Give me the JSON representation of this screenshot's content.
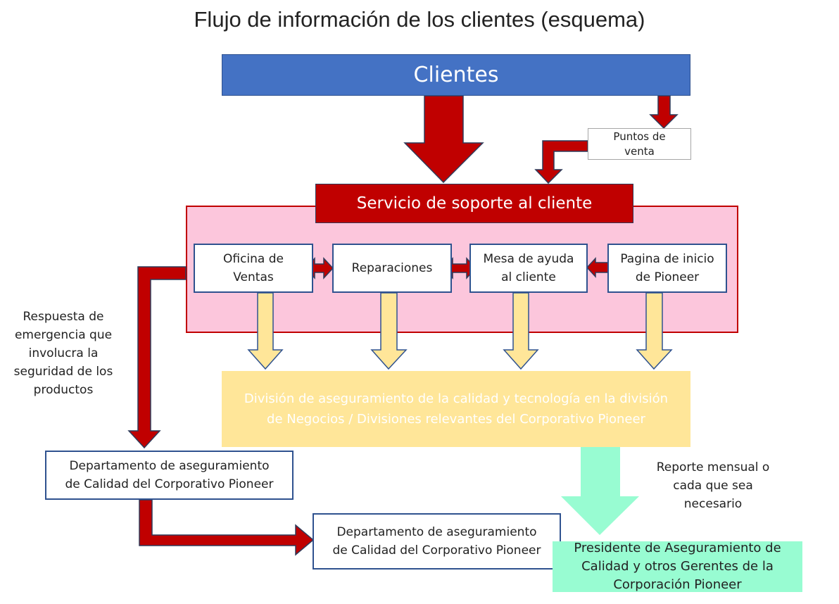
{
  "title": "Flujo de información de los clientes (esquema)",
  "nodes": {
    "clients": "Clientes",
    "points_of_sale": "Puntos de\nventa",
    "customer_support": "Servicio de soporte al cliente",
    "sales_office": "Oficina de\nVentas",
    "repairs": "Reparaciones",
    "help_desk": "Mesa de ayuda\nal cliente",
    "home_page": "Pagina de inicio\nde Pioneer",
    "qa_division": "División de aseguramiento de la calidad y tecnología en la división\nde Negocios / Divisiones relevantes del Corporativo Pioneer",
    "qa_department_1": "Departamento de aseguramiento\nde Calidad del Corporativo Pioneer",
    "qa_department_2": "Departamento de aseguramiento\nde Calidad del Corporativo Pioneer",
    "president": "Presidente de Aseguramiento de\nCalidad y otros Gerentes de la\nCorporación Pioneer"
  },
  "labels": {
    "emergency": "Respuesta de\nemergencia que\ninvolucra la\nseguridad de los\nproductos",
    "monthly": "Reporte mensual o\ncada que sea\nnecesario"
  },
  "colors": {
    "clients": "#4472c4",
    "red_arrow": "#c00000",
    "support_area": "#fcc6dc",
    "qa_division": "#ffe699",
    "yellow_arrow": "#ffe699",
    "green_arrow": "#98fcd2",
    "president": "#98fcd2"
  }
}
